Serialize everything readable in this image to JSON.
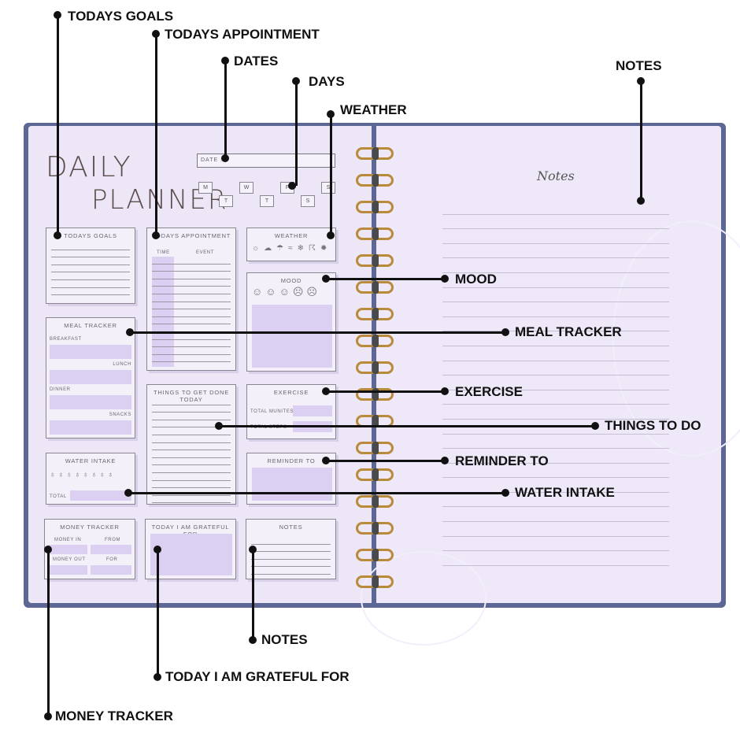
{
  "callouts": {
    "todays_goals": "TODAYS GOALS",
    "todays_appointment": "TODAYS APPOINTMENT",
    "dates": "DATES",
    "days": "DAYS",
    "weather": "WEATHER",
    "notes_top": "NOTES",
    "mood": "MOOD",
    "meal_tracker": "MEAL TRACKER",
    "exercise": "EXERCISE",
    "things_to_do": "THINGS TO DO",
    "reminder_to": "REMINDER TO",
    "water_intake": "WATER INTAKE",
    "notes_bottom": "NOTES",
    "grateful": "TODAY I AM GRATEFUL FOR",
    "money_tracker": "MONEY TRACKER"
  },
  "planner": {
    "title_line1": "DAILY",
    "title_line2": "PLANNER",
    "date_label": "DATE :",
    "days": [
      "M",
      "T",
      "W",
      "T",
      "F",
      "S",
      "S"
    ],
    "sections": {
      "todays_goals": "TODAYS GOALS",
      "todays_appointment": "TODAYS APPOINTMENT",
      "time": "TIME",
      "event": "EVENT",
      "weather": "WEATHER",
      "mood": "MOOD",
      "meal_tracker": "MEAL TRACKER",
      "breakfast": "BREAKFAST",
      "lunch": "LUNCH",
      "dinner": "DINNER",
      "snacks": "SNACKS",
      "things_to_get_done": "THINGS TO GET DONE TODAY",
      "exercise": "EXERCISE",
      "total_minutes": "TOTAL MUNITES",
      "total_steps": "TOTAL STEPS",
      "water_intake": "WATER INTAKE",
      "total": "TOTAL",
      "reminder_to": "REMINDER TO",
      "money_tracker": "MONEY TRACKER",
      "money_in": "MONEY IN",
      "from": "FROM",
      "money_out": "MONEY OUT",
      "for": "FOR",
      "grateful": "TODAY I AM GRATEFUL FOR",
      "notes": "NOTES"
    },
    "notes_page_title": "Notes"
  },
  "icons": {
    "weather": [
      "sun-icon",
      "cloud-icon",
      "rain-icon",
      "wind-icon",
      "snow-icon",
      "storm-icon",
      "bright-sun-icon"
    ],
    "mood": [
      "very-happy-face-icon",
      "happy-face-icon",
      "neutral-face-icon",
      "sad-face-icon",
      "very-sad-face-icon"
    ],
    "water": "water-glass-icon"
  },
  "colors": {
    "cover": "#5d6796",
    "page": "#ece6f6",
    "accent_fill": "#dcd0f2",
    "spiral": "#b98a3c"
  }
}
